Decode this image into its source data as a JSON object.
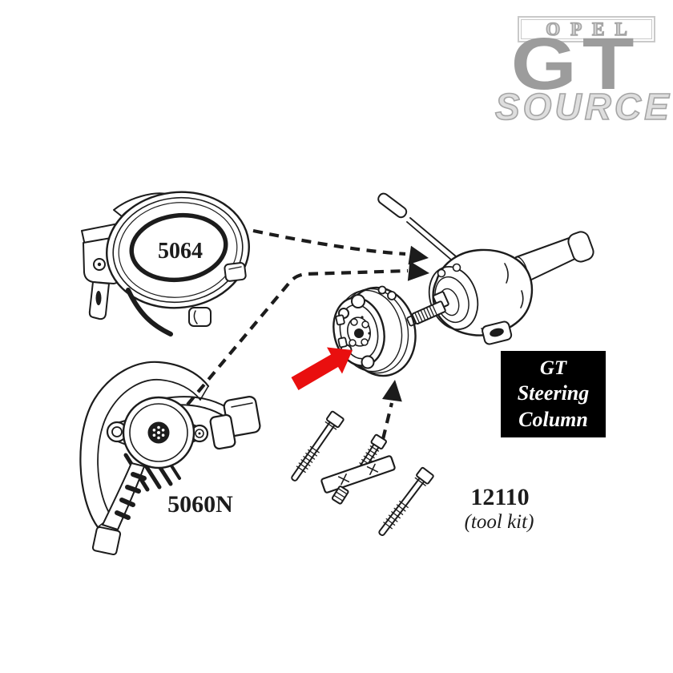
{
  "header_logo": {
    "opel_badge": "OPEL",
    "model": "GT",
    "source": "SOURCE",
    "gray": "#9c9c9c",
    "outline_gray": "#a5a5a5",
    "border_gray": "#c9c9c9"
  },
  "parts": {
    "horn_contact_ring_label": "5064",
    "turn_signal_switch_label": "5060N",
    "tool_kit_number": "12110",
    "tool_kit_caption": "(tool kit)"
  },
  "badge": {
    "line1": "GT",
    "line2": "Steering",
    "line3": "Column",
    "bg": "#000000",
    "fg": "#ffffff"
  },
  "colors": {
    "line": "#1c1c1c",
    "highlight_arrow": "#e90f0f",
    "background": "#ffffff"
  }
}
